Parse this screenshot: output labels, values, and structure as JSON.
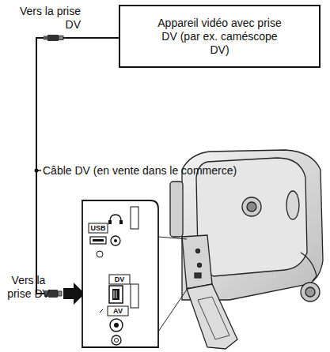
{
  "diagram": {
    "nodes": [
      {
        "text": [
          "Appareil vidéo avec prise DV (par ex. caméscope DV)"
        ]
      }
    ],
    "labels": [
      "Vers la prise DV",
      "Câble DV (en vente dans le commerce)",
      "Vers la prise DV",
      "USB",
      "DV",
      "AV"
    ]
  }
}
